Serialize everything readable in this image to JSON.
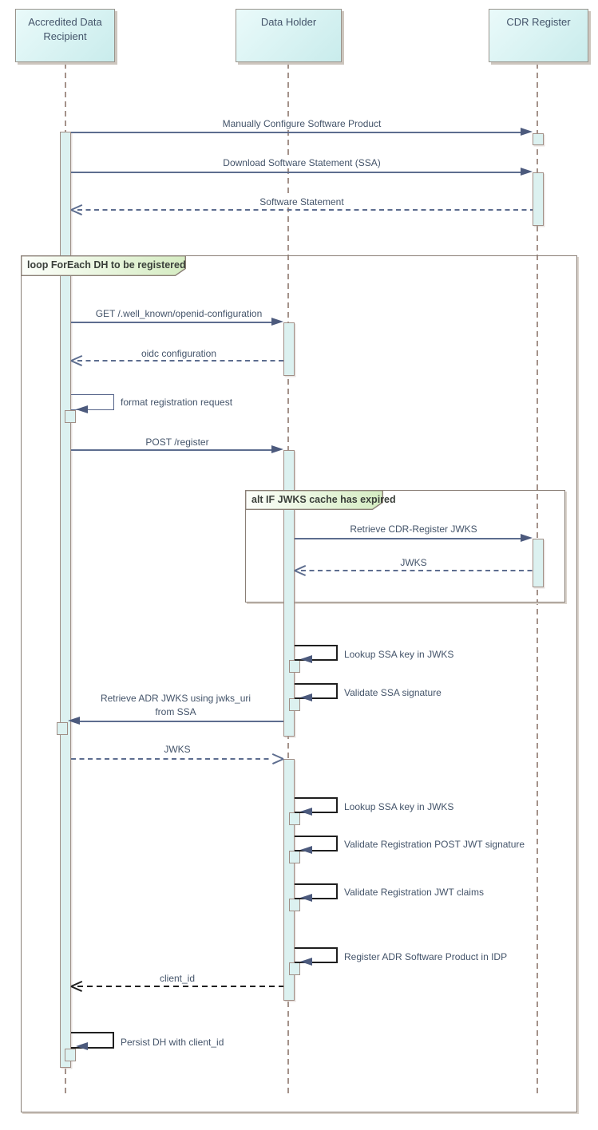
{
  "participants": [
    {
      "label": "Accredited Data Recipient"
    },
    {
      "label": "Data Holder"
    },
    {
      "label": "CDR Register"
    }
  ],
  "frames": {
    "loop": {
      "label": "loop ForEach DH to be registered"
    },
    "alt": {
      "label": "alt IF JWKS cache has expired"
    }
  },
  "messages": {
    "configure": "Manually Configure Software Product",
    "download_ssa": "Download Software Statement (SSA)",
    "software_statement": "Software Statement",
    "get_openid_config": "GET /.well_known/openid-configuration",
    "oidc_configuration": "oidc configuration",
    "format_registration_request": "format registration request",
    "post_register": "POST /register",
    "retrieve_cdr_register_jwks": "Retrieve CDR-Register JWKS",
    "jwks_from_register": "JWKS",
    "lookup_ssa_key_1": "Lookup SSA key in JWKS",
    "validate_ssa_signature": "Validate SSA signature",
    "retrieve_adr_jwks_line1": "Retrieve ADR JWKS using jwks_uri",
    "retrieve_adr_jwks_line2": "from SSA",
    "jwks_to_dh": "JWKS",
    "lookup_ssa_key_2": "Lookup SSA key in JWKS",
    "validate_registration_post_jwt_signature": "Validate Registration POST JWT signature",
    "validate_registration_jwt_claims": "Validate Registration JWT claims",
    "register_adr_software_product": "Register ADR Software Product in IDP",
    "client_id": "client_id",
    "persist_dh": "Persist DH with client_id"
  },
  "colors": {
    "participant_fill_top": "#eafafa",
    "participant_fill_bottom": "#c9ecec",
    "participant_border": "#99948c",
    "text": "#44546a",
    "lifeline": "#a4928a",
    "activation_fill": "#dcf1f0",
    "activation_border": "#a08e86",
    "arrow_slate": "#5d6d8f",
    "arrow_head": "#4c5a7d",
    "arrow_black": "#1f1f1f",
    "frame_border": "#8a7f76",
    "frame_label_fill": "#d5ecc2",
    "frame_label_text": "#3a3f3a"
  }
}
